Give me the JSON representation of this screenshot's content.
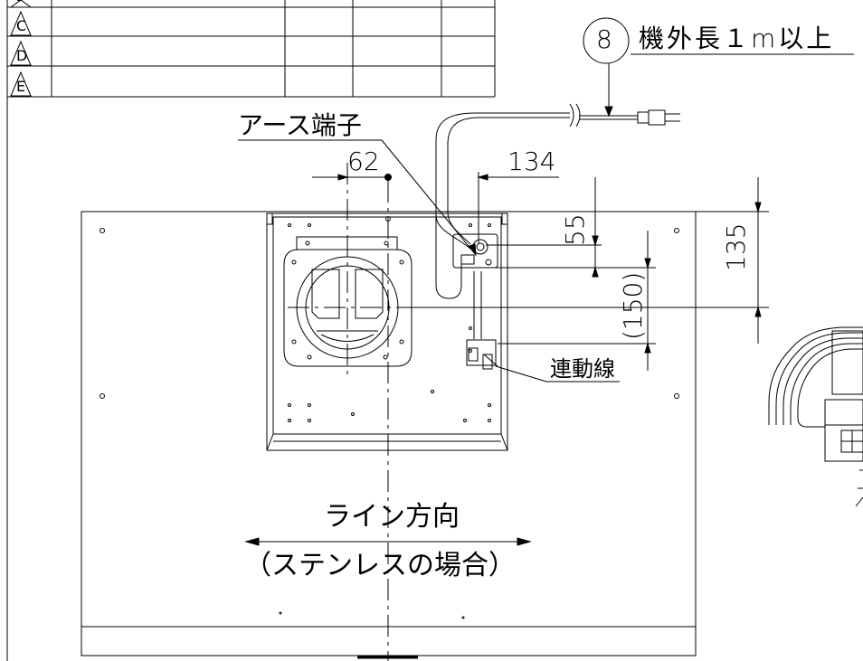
{
  "revision_table": {
    "marks": [
      "B",
      "C",
      "D",
      "E"
    ]
  },
  "callout": {
    "number": "8",
    "text": "機外長１m以上"
  },
  "labels": {
    "earth_terminal": "アース端子",
    "interlock_wire": "連動線",
    "line_direction": "ライン方向",
    "stainless_case": "（ステンレスの場合）"
  },
  "dimensions": {
    "d62": "62",
    "d134": "134",
    "d55": "55",
    "d150": "(150)",
    "d135": "135"
  }
}
